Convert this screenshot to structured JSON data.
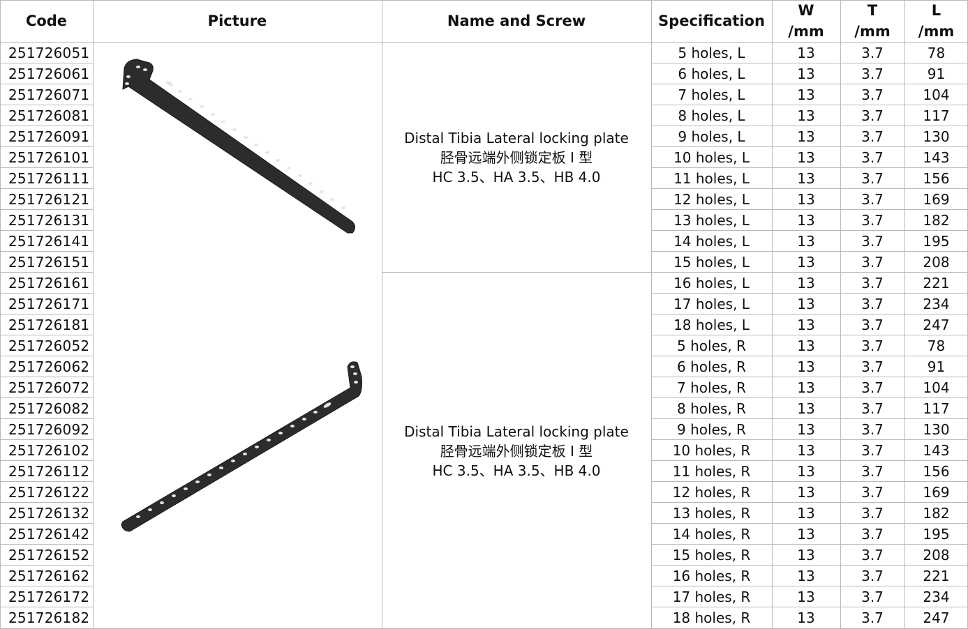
{
  "headers": {
    "code": "Code",
    "picture": "Picture",
    "name": "Name and Screw",
    "spec": "Specification",
    "w": [
      "W",
      "/mm"
    ],
    "t": [
      "T",
      "/mm"
    ],
    "l": [
      "L",
      "/mm"
    ]
  },
  "groups": [
    {
      "name_lines": [
        "Distal Tibia Lateral locking plate",
        "胫骨远端外侧锁定板 I 型",
        "HC 3.5、HA 3.5、HB 4.0"
      ],
      "row_count": 11,
      "picture": "distal-tibia-plate-left"
    },
    {
      "name_lines": [
        "Distal Tibia Lateral locking plate",
        "胫骨远端外侧锁定板 I 型",
        "HC 3.5、HA 3.5、HB 4.0"
      ],
      "row_count": 17,
      "picture": "distal-tibia-plate-right"
    }
  ],
  "rows": [
    {
      "code": "251726051",
      "spec": "5 holes,  L",
      "w": "13",
      "t": "3.7",
      "l": "78"
    },
    {
      "code": "251726061",
      "spec": "6 holes,  L",
      "w": "13",
      "t": "3.7",
      "l": "91"
    },
    {
      "code": "251726071",
      "spec": "7 holes,  L",
      "w": "13",
      "t": "3.7",
      "l": "104"
    },
    {
      "code": "251726081",
      "spec": "8 holes,  L",
      "w": "13",
      "t": "3.7",
      "l": "117"
    },
    {
      "code": "251726091",
      "spec": "9 holes,  L",
      "w": "13",
      "t": "3.7",
      "l": "130"
    },
    {
      "code": "251726101",
      "spec": "10 holes,  L",
      "w": "13",
      "t": "3.7",
      "l": "143"
    },
    {
      "code": "251726111",
      "spec": "11 holes,  L",
      "w": "13",
      "t": "3.7",
      "l": "156"
    },
    {
      "code": "251726121",
      "spec": "12 holes,  L",
      "w": "13",
      "t": "3.7",
      "l": "169"
    },
    {
      "code": "251726131",
      "spec": "13 holes,  L",
      "w": "13",
      "t": "3.7",
      "l": "182"
    },
    {
      "code": "251726141",
      "spec": "14 holes,  L",
      "w": "13",
      "t": "3.7",
      "l": "195"
    },
    {
      "code": "251726151",
      "spec": "15 holes,  L",
      "w": "13",
      "t": "3.7",
      "l": "208"
    },
    {
      "code": "251726161",
      "spec": "16 holes,  L",
      "w": "13",
      "t": "3.7",
      "l": "221"
    },
    {
      "code": "251726171",
      "spec": "17 holes,  L",
      "w": "13",
      "t": "3.7",
      "l": "234"
    },
    {
      "code": "251726181",
      "spec": "18 holes,  L",
      "w": "13",
      "t": "3.7",
      "l": "247"
    },
    {
      "code": "251726052",
      "spec": "5 holes,  R",
      "w": "13",
      "t": "3.7",
      "l": "78"
    },
    {
      "code": "251726062",
      "spec": "6 holes,  R",
      "w": "13",
      "t": "3.7",
      "l": "91"
    },
    {
      "code": "251726072",
      "spec": "7 holes,  R",
      "w": "13",
      "t": "3.7",
      "l": "104"
    },
    {
      "code": "251726082",
      "spec": "8 holes,  R",
      "w": "13",
      "t": "3.7",
      "l": "117"
    },
    {
      "code": "251726092",
      "spec": "9 holes,  R",
      "w": "13",
      "t": "3.7",
      "l": "130"
    },
    {
      "code": "251726102",
      "spec": "10 holes,  R",
      "w": "13",
      "t": "3.7",
      "l": "143"
    },
    {
      "code": "251726112",
      "spec": "11 holes,  R",
      "w": "13",
      "t": "3.7",
      "l": "156"
    },
    {
      "code": "251726122",
      "spec": "12 holes,  R",
      "w": "13",
      "t": "3.7",
      "l": "169"
    },
    {
      "code": "251726132",
      "spec": "13 holes,  R",
      "w": "13",
      "t": "3.7",
      "l": "182"
    },
    {
      "code": "251726142",
      "spec": "14 holes,  R",
      "w": "13",
      "t": "3.7",
      "l": "195"
    },
    {
      "code": "251726152",
      "spec": "15 holes,  R",
      "w": "13",
      "t": "3.7",
      "l": "208"
    },
    {
      "code": "251726162",
      "spec": "16 holes,  R",
      "w": "13",
      "t": "3.7",
      "l": "221"
    },
    {
      "code": "251726172",
      "spec": "17 holes,  R",
      "w": "13",
      "t": "3.7",
      "l": "234"
    },
    {
      "code": "251726182",
      "spec": "18 holes,  R",
      "w": "13",
      "t": "3.7",
      "l": "247"
    }
  ]
}
